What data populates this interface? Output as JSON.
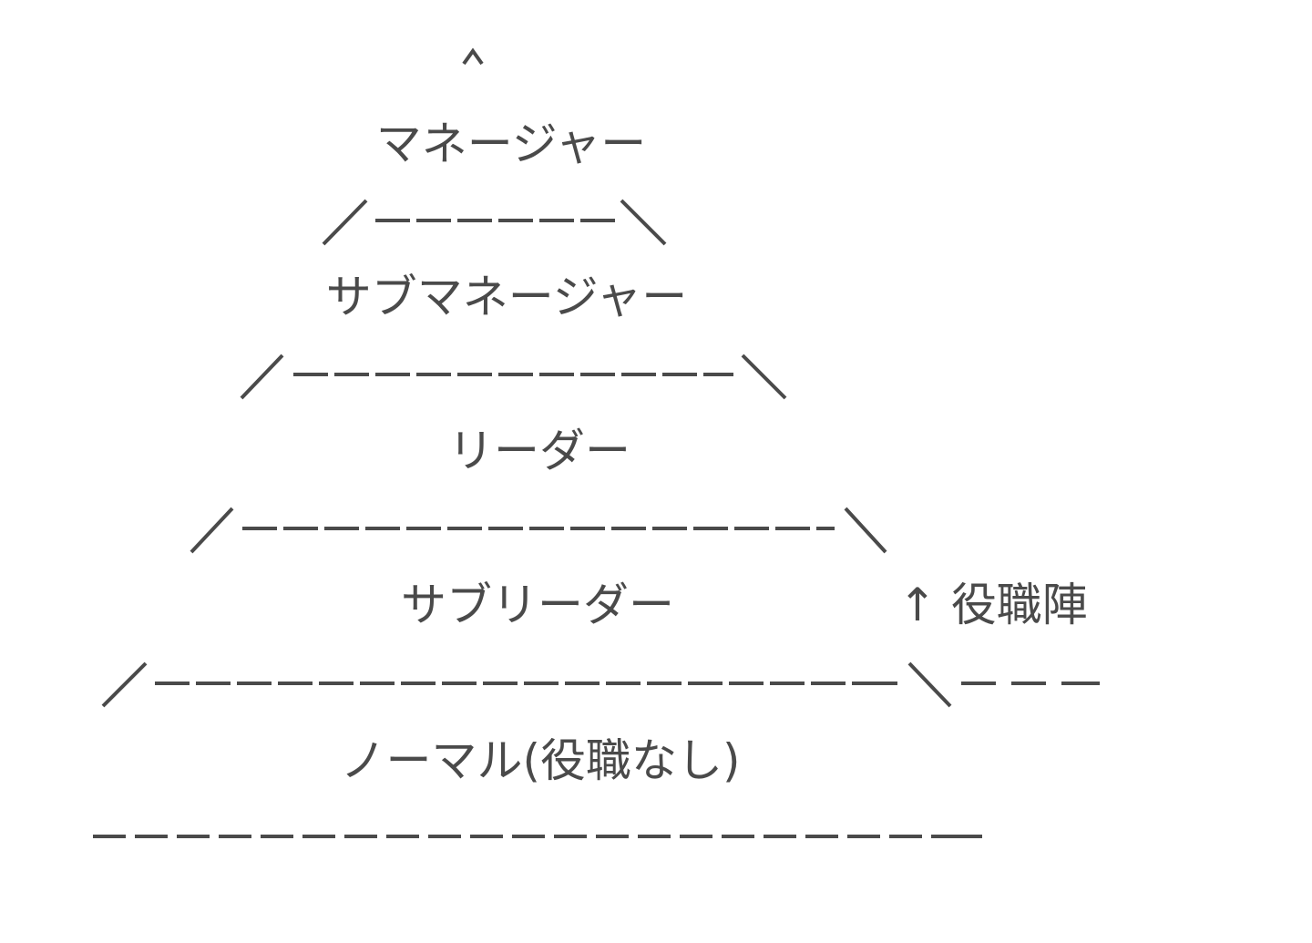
{
  "diagram": {
    "apex_symbol": "^",
    "levels": [
      {
        "label": "マネージャー"
      },
      {
        "label": "サブマネージャー"
      },
      {
        "label": "リーダー"
      },
      {
        "label": "サブリーダー"
      },
      {
        "label": "ノーマル(役職なし)"
      }
    ],
    "side_label": {
      "arrow": "↑",
      "text": "役職陣"
    }
  }
}
